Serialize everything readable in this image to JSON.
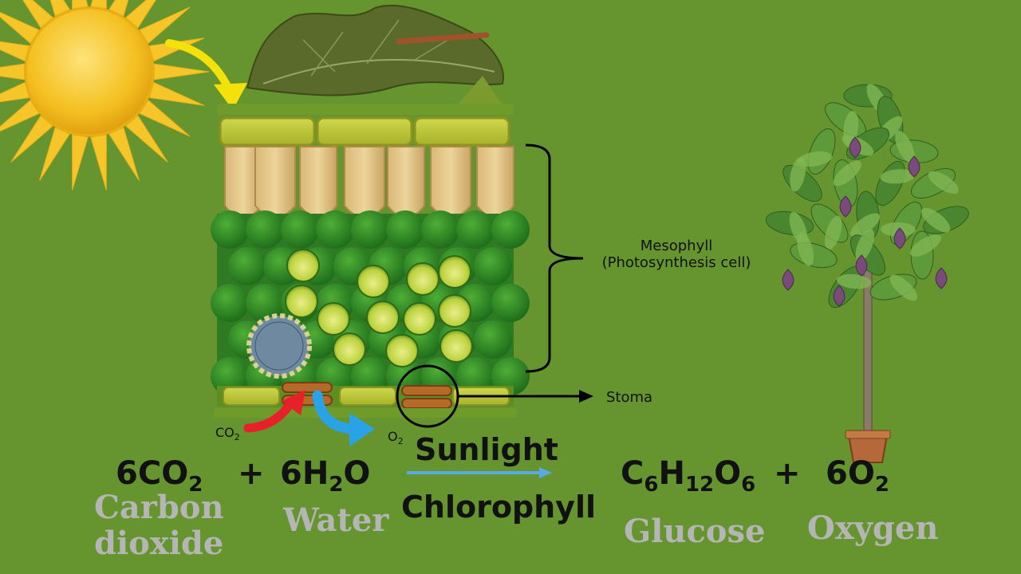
{
  "labels": {
    "mesophyll": "Mesophyll",
    "mesophyll_sub": "(Photosynthesis cell)",
    "stoma": "Stoma",
    "co2_small": "CO",
    "co2_small_sub": "2",
    "o2_small": "O",
    "o2_small_sub": "2"
  },
  "equation": {
    "r1_coef": "6CO",
    "r1_sub": "2",
    "plus1": "+",
    "r2_a": "6H",
    "r2_sub": "2",
    "r2_b": "O",
    "condition_top": "Sunlight",
    "condition_bottom": "Chlorophyll",
    "p1_c": "C",
    "p1_c_sub": "6",
    "p1_h": "H",
    "p1_h_sub": "12",
    "p1_o": "O",
    "p1_o_sub": "6",
    "plus2": "+",
    "p2": "6O",
    "p2_sub": "2"
  },
  "names": {
    "carbon_line1": "Carbon",
    "carbon_line2": "dioxide",
    "water": "Water",
    "glucose": "Glucose",
    "oxygen": "Oxygen"
  },
  "colors": {
    "background": "#66952f",
    "name_text": "#b5b5b5",
    "co2_arrow": "#e8202a",
    "o2_arrow": "#29a3e6",
    "reaction_arrow": "#5aa9e6",
    "sun": "#f6c21b"
  }
}
